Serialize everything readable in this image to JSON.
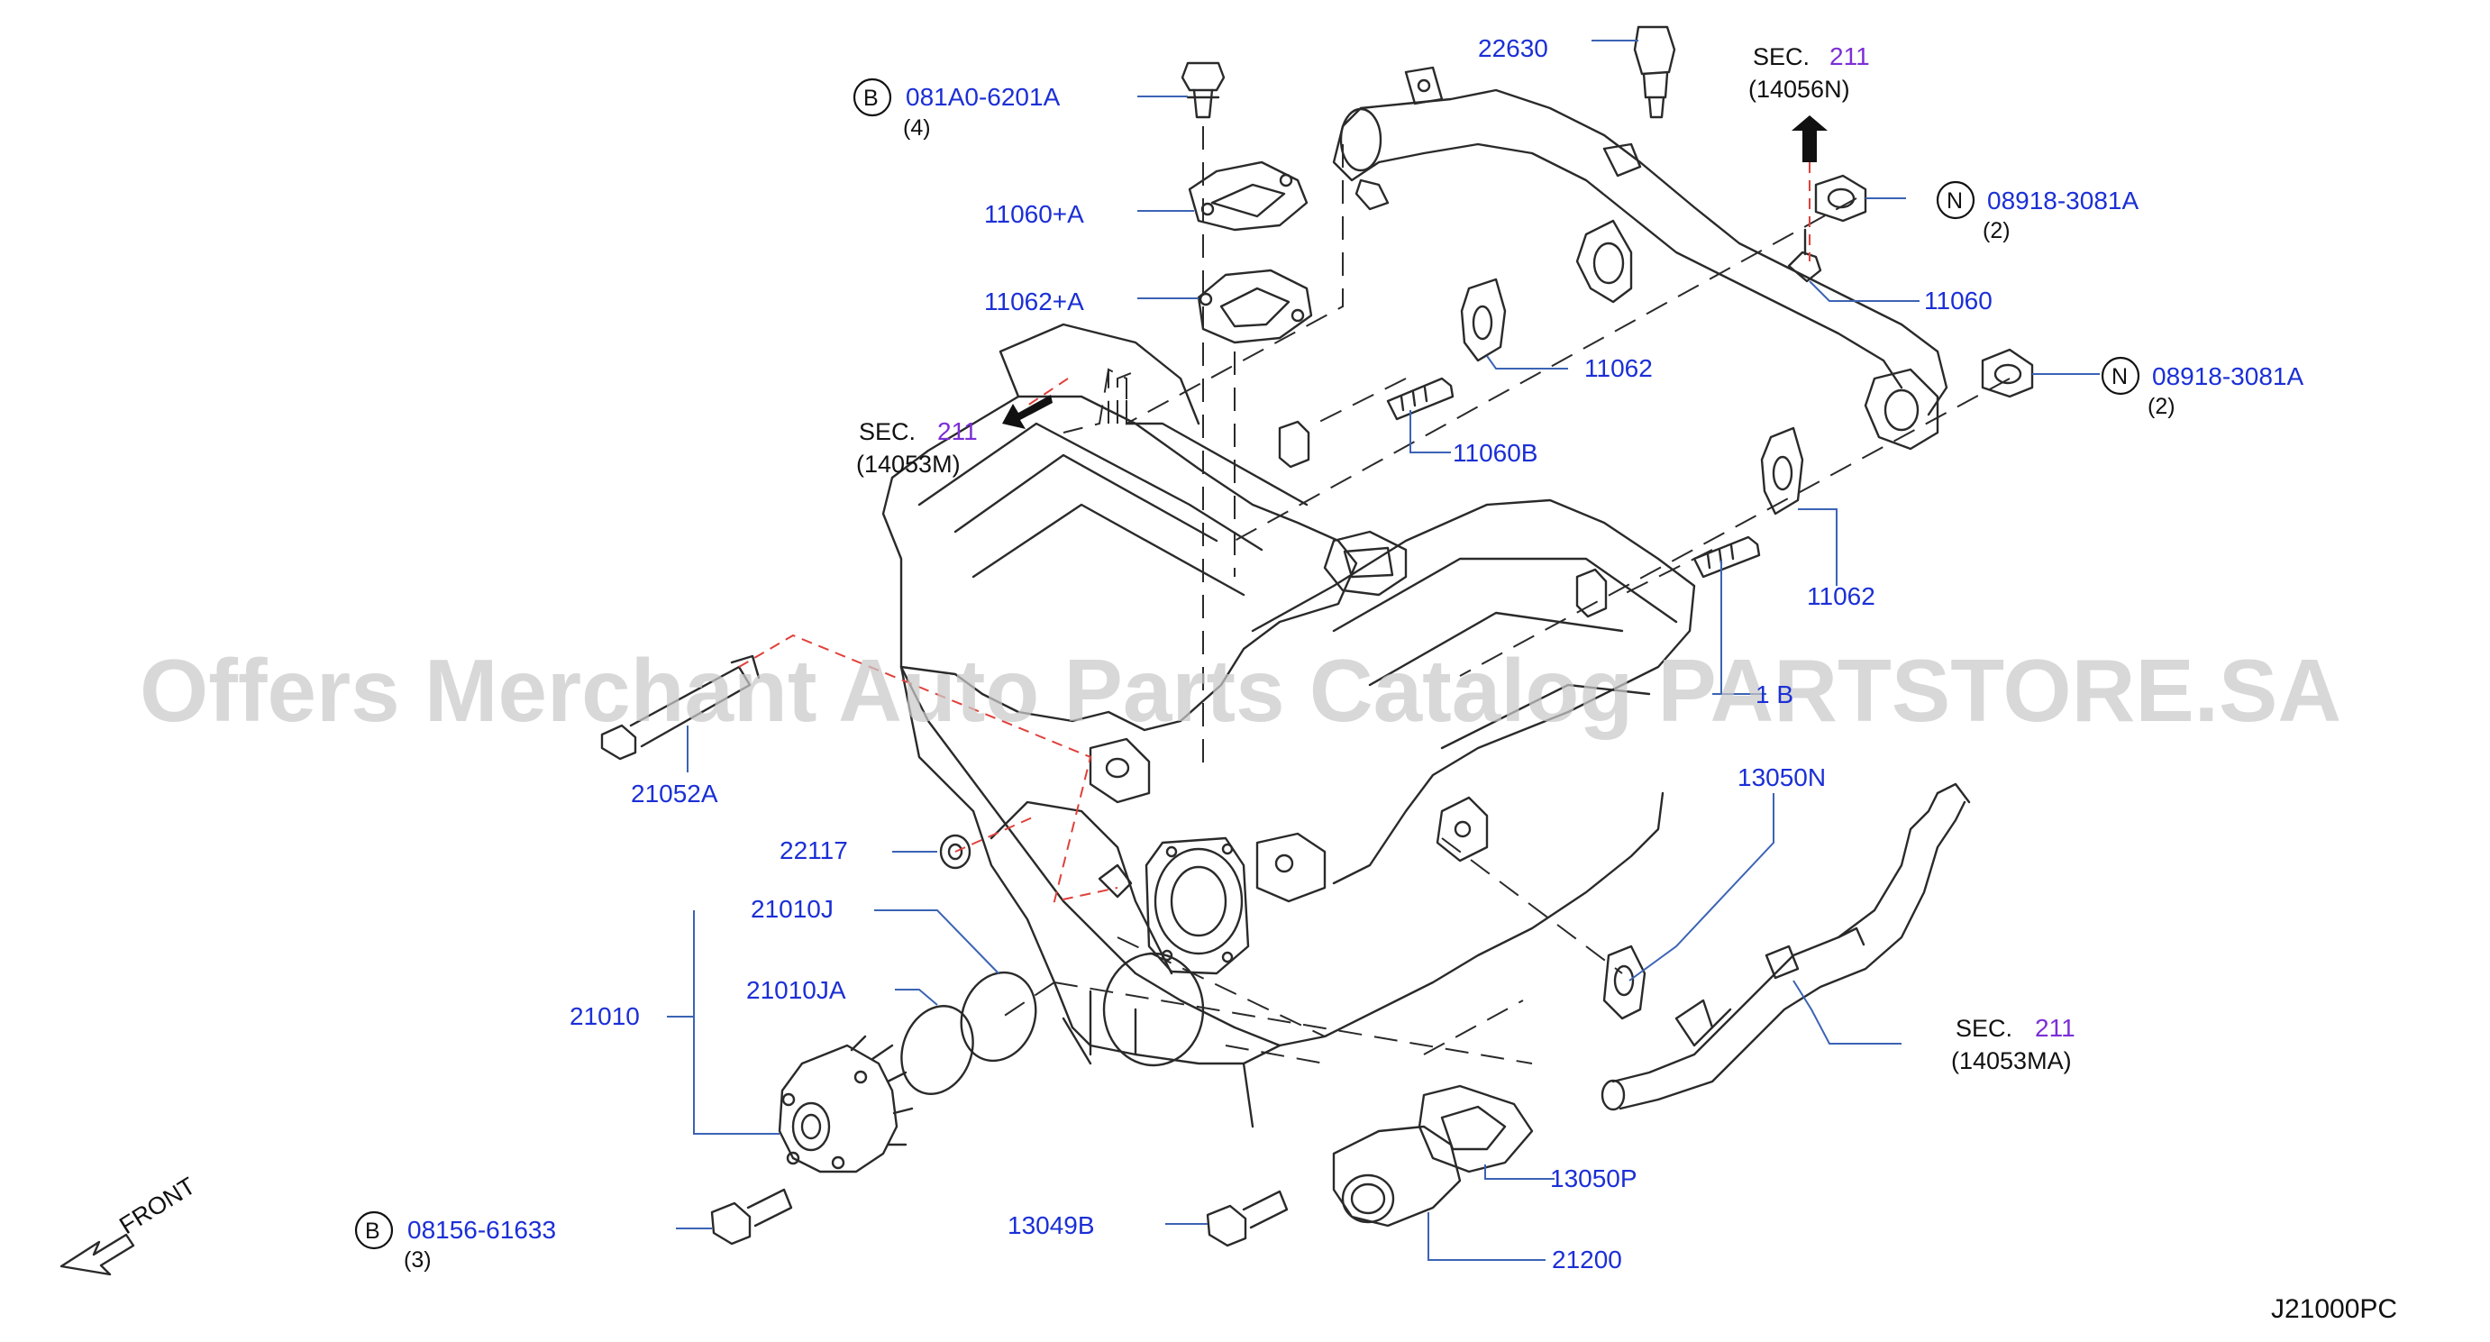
{
  "diagram": {
    "code": "J21000PC",
    "watermark": "Offers Merchant Auto Parts Catalog PARTSTORE.SA",
    "front_label": "FRONT",
    "sec_prefix": "SEC.",
    "sec_num": "211",
    "callouts": {
      "p22630": "22630",
      "p081A0": "081A0-6201A",
      "p081A0_qty": "(4)",
      "p11060A": "11060+A",
      "p11062A": "11062+A",
      "p08918_1": "08918-3081A",
      "p08918_1_qty": "(2)",
      "p11060": "11060",
      "p11062_1": "11062",
      "p08918_2": "08918-3081A",
      "p08918_2_qty": "(2)",
      "p11060B_1": "11060B",
      "p11062_2": "11062",
      "p11060B_2": "1 B",
      "p21052A": "21052A",
      "p13050N": "13050N",
      "p22117": "22117",
      "p21010J": "21010J",
      "p21010": "21010",
      "p21010JA": "21010JA",
      "p08156": "08156-61633",
      "p08156_qty": "(3)",
      "p13049B": "13049B",
      "p13050P": "13050P",
      "p21200": "21200"
    },
    "sec_refs": {
      "s14056N": "(14056N)",
      "s14053M": "(14053M)",
      "s14053MA": "(14053MA)"
    },
    "markers": {
      "b": "B",
      "n": "N"
    }
  }
}
